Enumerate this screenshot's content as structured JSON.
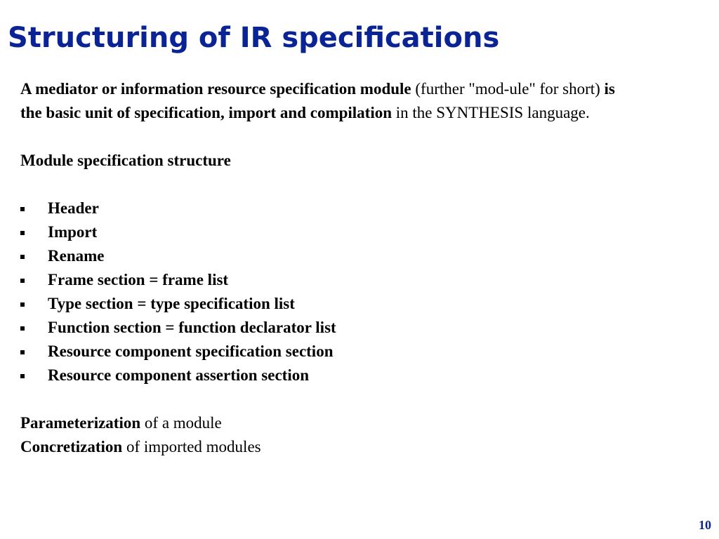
{
  "title": "Structuring of IR specifications",
  "intro": {
    "bold_1": "A mediator or information resource specification module",
    "normal_1": " (further \"mod-ule\" for short) ",
    "bold_2": "is the basic unit of specification, import and compilation",
    "normal_2": " in the SYNTHESIS language."
  },
  "structure_heading": "Module specification structure",
  "structure_items": [
    "Header",
    "Import",
    "Rename",
    "Frame section = frame list",
    "Type section = type specification list",
    "Function section = function declarator list",
    "Resource component specification section",
    "Resource component assertion section"
  ],
  "footer_lines": {
    "parameterization_bold": "Parameterization",
    "parameterization_rest": " of a module",
    "concretization_bold": "Concretization",
    "concretization_rest": " of imported modules"
  },
  "page_number": "10",
  "colors": {
    "title": "#0a2496",
    "text": "#000000",
    "background": "#ffffff"
  }
}
